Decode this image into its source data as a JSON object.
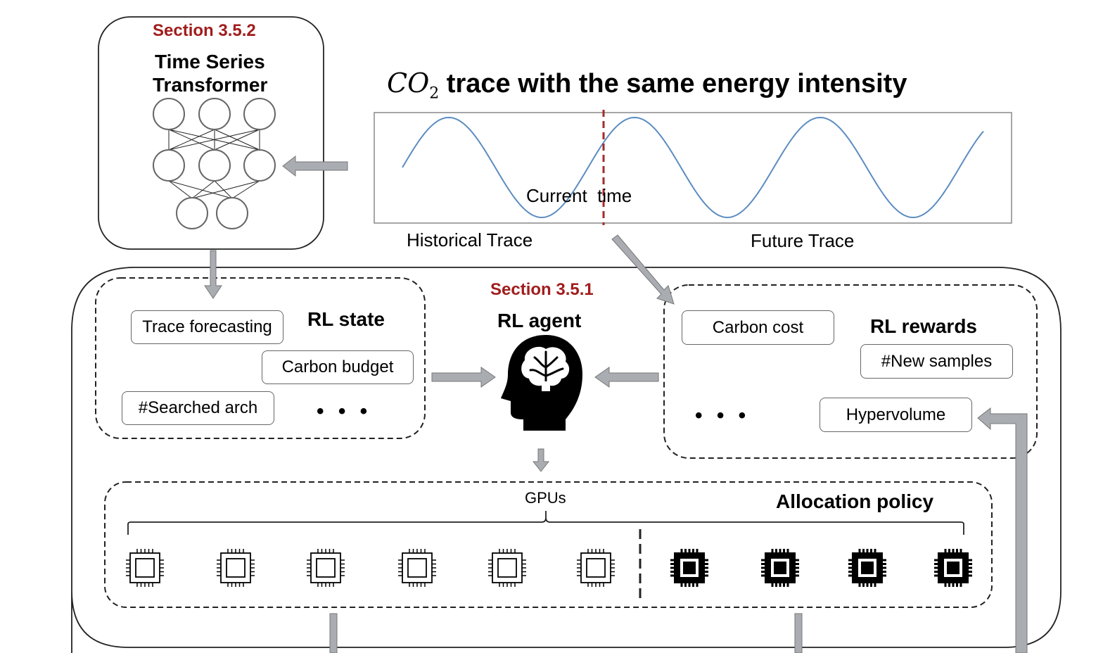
{
  "tsf": {
    "section": "Section 3.5.2",
    "title_line1": "Time Series",
    "title_line2": "Transformer"
  },
  "trace": {
    "title_co": "CO",
    "title_sub": "2",
    "title_rest": " trace with the same energy intensity",
    "current_time": "Current  time",
    "historical": "Historical Trace",
    "future": "Future Trace"
  },
  "state": {
    "title": "RL state",
    "items": [
      "Trace forecasting",
      "Carbon budget",
      "#Searched arch"
    ],
    "more": "• • •"
  },
  "agent": {
    "section": "Section 3.5.1",
    "title": "RL agent"
  },
  "rewards": {
    "title": "RL rewards",
    "items": [
      "Carbon cost",
      "#New samples",
      "Hypervolume"
    ],
    "more": "• • •"
  },
  "allocation": {
    "title": "Allocation policy",
    "gpus_label": "GPUs",
    "gpu_count_idle": 6,
    "gpu_count_active": 4
  },
  "colors": {
    "section_red": "#a01d1d",
    "wave_blue": "#5b8cc0",
    "divider_red": "#a52a2a",
    "arrow_gray": "#a9acb1"
  }
}
